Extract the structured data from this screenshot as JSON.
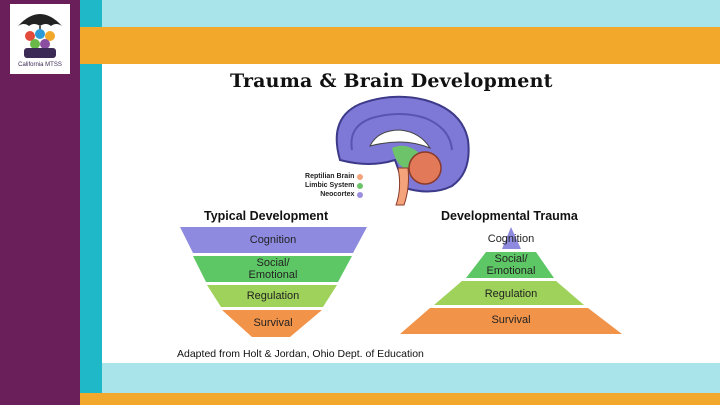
{
  "logo": {
    "text": "California MTSS"
  },
  "slide": {
    "title": "Trauma & Brain Development",
    "credit": "Adapted from Holt & Jordan, Ohio Dept. of Education"
  },
  "legend": [
    {
      "label": "Reptilian Brain",
      "color": "#f4a37a"
    },
    {
      "label": "Limbic System",
      "color": "#6cc36a"
    },
    {
      "label": "Neocortex",
      "color": "#9a8fe0"
    }
  ],
  "typical": {
    "title": "Typical Development",
    "levels": [
      "Cognition",
      "Social/ Emotional",
      "Regulation",
      "Survival"
    ]
  },
  "trauma": {
    "title": "Developmental Trauma",
    "levels": [
      "Cognition",
      "Social/ Emotional",
      "Regulation",
      "Survival"
    ]
  },
  "colors": {
    "cognition": "#8e8ae0",
    "social": "#5ec765",
    "regulation": "#9fd25a",
    "survival": "#f2934a"
  }
}
